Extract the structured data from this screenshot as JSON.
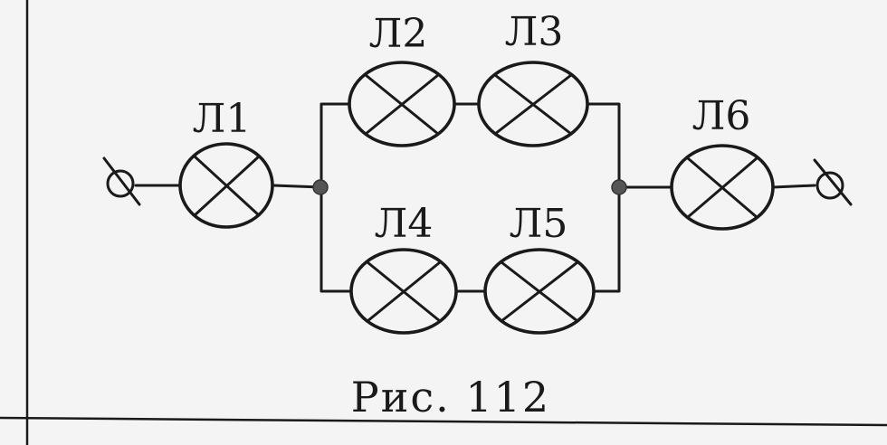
{
  "figure": {
    "caption": "Рис. 112",
    "lamps": [
      {
        "id": "l1",
        "label": "Л1"
      },
      {
        "id": "l2",
        "label": "Л2"
      },
      {
        "id": "l3",
        "label": "Л3"
      },
      {
        "id": "l4",
        "label": "Л4"
      },
      {
        "id": "l5",
        "label": "Л5"
      },
      {
        "id": "l6",
        "label": "Л6"
      }
    ],
    "colors": {
      "ink": "#1a1a1a",
      "node": "#555555",
      "paper": "#f4f4f4"
    }
  }
}
